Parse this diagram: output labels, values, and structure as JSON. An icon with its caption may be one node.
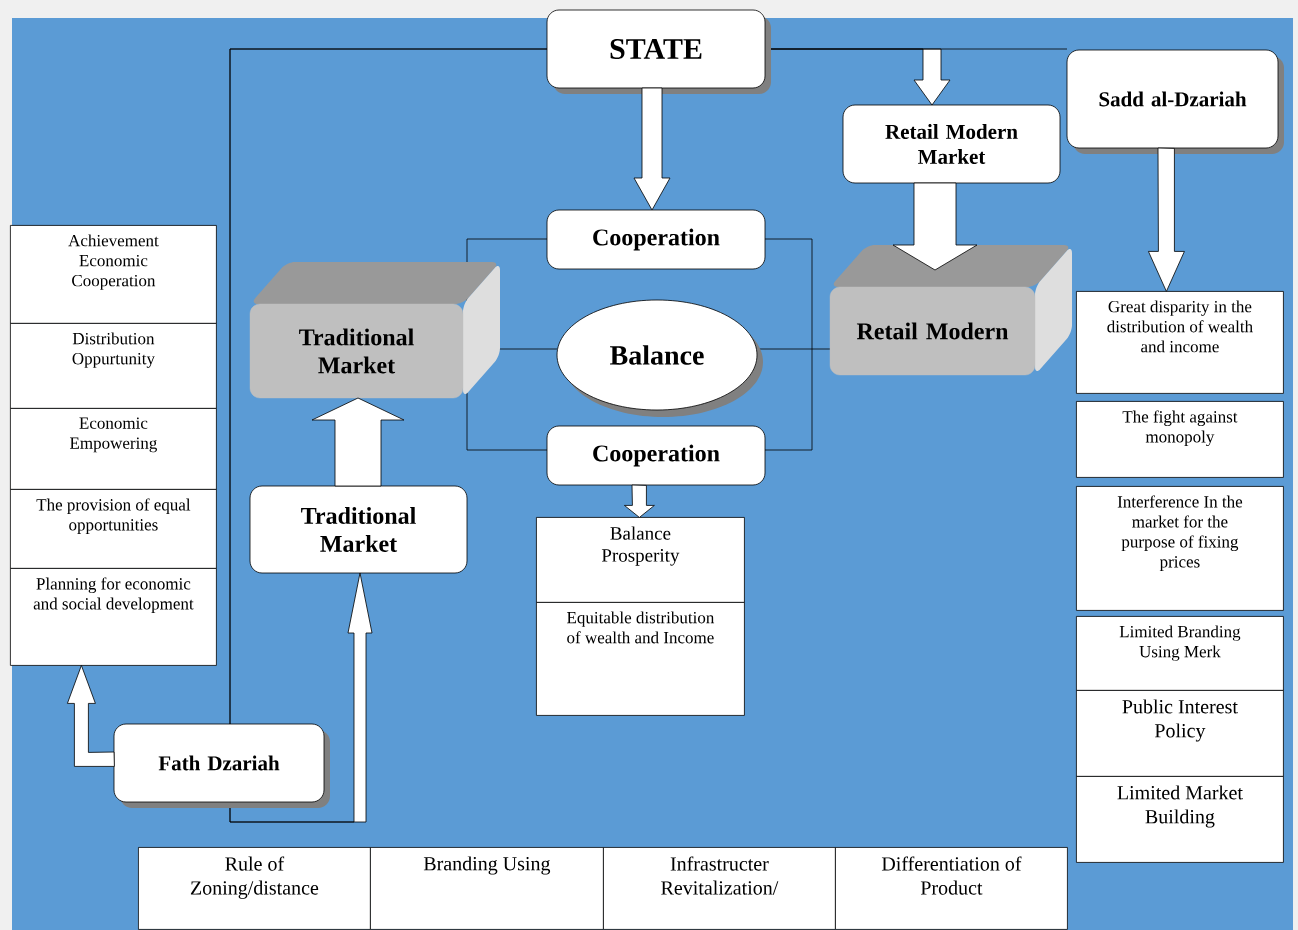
{
  "diagram": {
    "nodes": [
      {
        "text": [
          "STATE"
        ]
      },
      {
        "text": [
          "Cooperation"
        ]
      },
      {
        "text": [
          "Traditional Market"
        ]
      },
      {
        "text": [
          "Balance"
        ]
      },
      {
        "text": [
          "Retail Modern"
        ]
      },
      {
        "text": [
          "Cooperation"
        ]
      },
      {
        "text": [
          "Retail Modern Market"
        ]
      },
      {
        "text": [
          "Sadd al-Dzariah"
        ]
      },
      {
        "text": [
          "Traditional Market"
        ]
      },
      {
        "text": [
          "Fath Dzariah"
        ]
      },
      {
        "text": [
          "Achievement Economic Cooperation"
        ]
      },
      {
        "text": [
          "Distribution Oppurtunity"
        ]
      },
      {
        "text": [
          "Economic Empowering"
        ]
      },
      {
        "text": [
          "The provision of equal opportunities"
        ]
      },
      {
        "text": [
          "Planning for economic and social development"
        ]
      },
      {
        "text": [
          "Balance Prosperity"
        ]
      },
      {
        "text": [
          "Equitable distribution of wealth and Income"
        ]
      },
      {
        "text": [
          "Great disparity in the distribution of wealth and income"
        ]
      },
      {
        "text": [
          "The fight against monopoly"
        ]
      },
      {
        "text": [
          "Interference In the market for the purpose of fixing prices"
        ]
      },
      {
        "text": [
          "Limited Branding Using Merk"
        ]
      },
      {
        "text": [
          "Public Interest Policy"
        ]
      },
      {
        "text": [
          "Limited Market Building"
        ]
      },
      {
        "text": [
          "Rule of Zoning/distance"
        ]
      },
      {
        "text": [
          "Branding Using"
        ]
      },
      {
        "text": [
          "Infrastructer Revitalization/"
        ]
      },
      {
        "text": [
          "Differentiation of Product"
        ]
      }
    ],
    "edges": [
      {
        "from": 0,
        "to": 1,
        "arrow": "to"
      },
      {
        "from": 0,
        "to": 6,
        "arrow": "to"
      },
      {
        "from": 0,
        "to": 7,
        "arrow": "none"
      },
      {
        "from": 0,
        "to": 8,
        "arrow": "to"
      },
      {
        "from": 8,
        "to": 2,
        "arrow": "to"
      },
      {
        "from": 6,
        "to": 4,
        "arrow": "to"
      },
      {
        "from": 7,
        "to": 17,
        "arrow": "to"
      },
      {
        "from": 5,
        "to": 15,
        "arrow": "to"
      },
      {
        "from": 9,
        "to": 14,
        "arrow": "to"
      },
      {
        "from": 1,
        "to": 5,
        "arrow": "none"
      },
      {
        "from": 1,
        "to": 5,
        "arrow": "none"
      },
      {
        "from": 2,
        "to": 3,
        "arrow": "none"
      },
      {
        "from": 3,
        "to": 4,
        "arrow": "none"
      }
    ]
  }
}
